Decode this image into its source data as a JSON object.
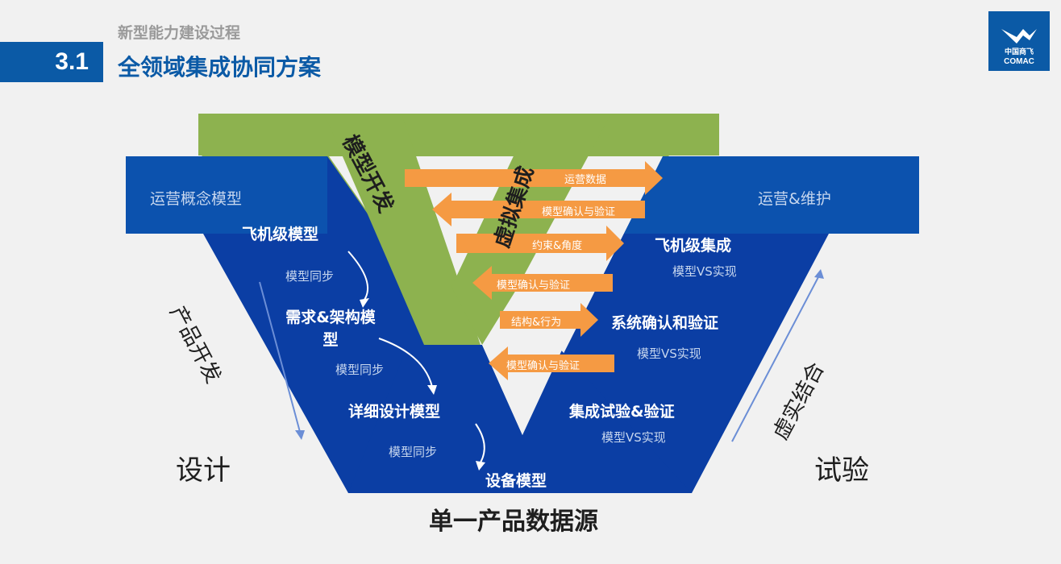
{
  "header": {
    "section_number": "3.1",
    "supertitle": "新型能力建设过程",
    "title": "全领域集成协同方案"
  },
  "logo": {
    "cn": "中国商飞",
    "en": "COMAC"
  },
  "green_v": {
    "left_label": "模型开发",
    "right_label": "虚拟集成"
  },
  "left_arm": {
    "top_band": "运营概念模型",
    "levels": [
      "飞机级模型",
      "需求&架构模型",
      "详细设计模型",
      "设备模型"
    ],
    "sync_label": "模型同步"
  },
  "right_arm": {
    "top_band": "运营&维护",
    "levels": [
      "飞机级集成",
      "系统确认和验证",
      "集成试验&验证"
    ],
    "compare_label": "模型VS实现"
  },
  "arrows": [
    {
      "text": "运营数据",
      "direction": "right"
    },
    {
      "text": "模型确认与验证",
      "direction": "left"
    },
    {
      "text": "约束&角度",
      "direction": "right"
    },
    {
      "text": "模型确认与验证",
      "direction": "left"
    },
    {
      "text": "结构&行为",
      "direction": "right"
    },
    {
      "text": "模型确认与验证",
      "direction": "left"
    }
  ],
  "side": {
    "left_vertical": "产品开发",
    "left_bottom": "设计",
    "right_vertical": "虚实结合",
    "right_bottom": "试验"
  },
  "bottom": "单一产品数据源",
  "colors": {
    "blue": "#0b3ea4",
    "band_blue": "#0c52ae",
    "green": "#8db24f",
    "orange": "#f59a43",
    "header_blue": "#0b5aa6"
  }
}
